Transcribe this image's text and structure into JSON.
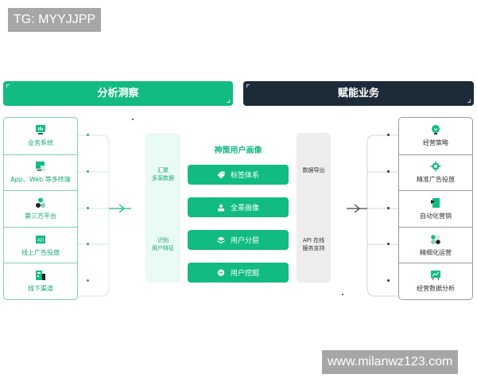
{
  "watermarks": {
    "top_left": "TG: MYYJJPP",
    "bottom_right": "www.milanwz123.com"
  },
  "headers": {
    "left": "分析洞察",
    "right": "赋能业务"
  },
  "colors": {
    "green": "#12bb82",
    "dark": "#1d2b39",
    "light_green": "#eafaf4",
    "light_gray": "#ededed"
  },
  "sources": [
    {
      "label": "业务系统",
      "icon": "monitor-icon"
    },
    {
      "label": "App、Web 等多终端",
      "icon": "devices-icon"
    },
    {
      "label": "第三方平台",
      "icon": "third-party-icon"
    },
    {
      "label": "线上广告投放",
      "icon": "ad-icon"
    },
    {
      "label": "线下渠道",
      "icon": "store-icon"
    }
  ],
  "left_band": {
    "top": "汇聚\n多源数据",
    "bottom": "识别\n用户特征"
  },
  "center": {
    "title": "神策用户画像",
    "items": [
      {
        "label": "标签体系",
        "icon": "tag-icon"
      },
      {
        "label": "全景画像",
        "icon": "user-icon"
      },
      {
        "label": "用户分层",
        "icon": "layers-icon"
      },
      {
        "label": "用户挖掘",
        "icon": "chat-icon"
      }
    ]
  },
  "right_band": {
    "top": "数据导出",
    "bottom": "API 在线\n服务支持"
  },
  "outputs": [
    {
      "label": "经营策略",
      "icon": "bulb-icon"
    },
    {
      "label": "精准广告投放",
      "icon": "target-icon"
    },
    {
      "label": "自动化营销",
      "icon": "automation-icon"
    },
    {
      "label": "精细化运营",
      "icon": "operations-icon"
    },
    {
      "label": "经营数据分析",
      "icon": "chart-board-icon"
    }
  ]
}
